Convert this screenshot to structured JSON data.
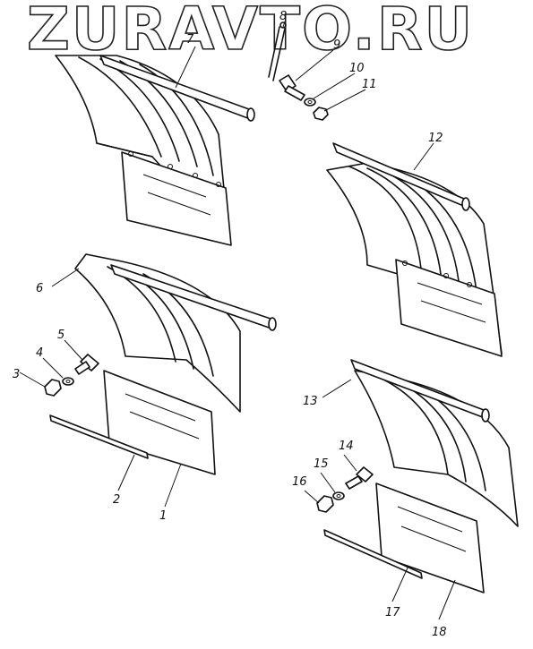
{
  "watermark": "ZURAVTO.RU",
  "labels": {
    "l1": "1",
    "l2": "2",
    "l3": "3",
    "l4": "4",
    "l5": "5",
    "l6": "6",
    "l7": "7",
    "l8": "8",
    "l9": "9",
    "l10": "10",
    "l11": "11",
    "l12": "12",
    "l13": "13",
    "l14": "14",
    "l15": "15",
    "l16": "16",
    "l17": "17",
    "l18": "18"
  }
}
